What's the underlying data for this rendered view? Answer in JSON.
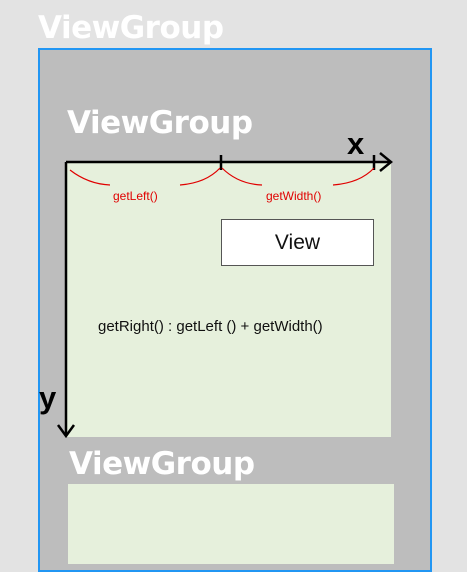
{
  "outer_group": {
    "title": "ViewGroup"
  },
  "parent_group": {
    "title": "ViewGroup"
  },
  "sibling_group": {
    "title": "ViewGroup"
  },
  "child_view": {
    "label": "View"
  },
  "measures": {
    "left": "getLeft()",
    "width": "getWidth()"
  },
  "formula": "getRight() : getLeft () + getWidth()",
  "axes": {
    "x": "x",
    "y": "y"
  },
  "colors": {
    "frame_border": "#2196f3",
    "group_fill": "#bdbdbd",
    "panel_fill": "#e6f0dc",
    "measure_color": "#e00000"
  }
}
